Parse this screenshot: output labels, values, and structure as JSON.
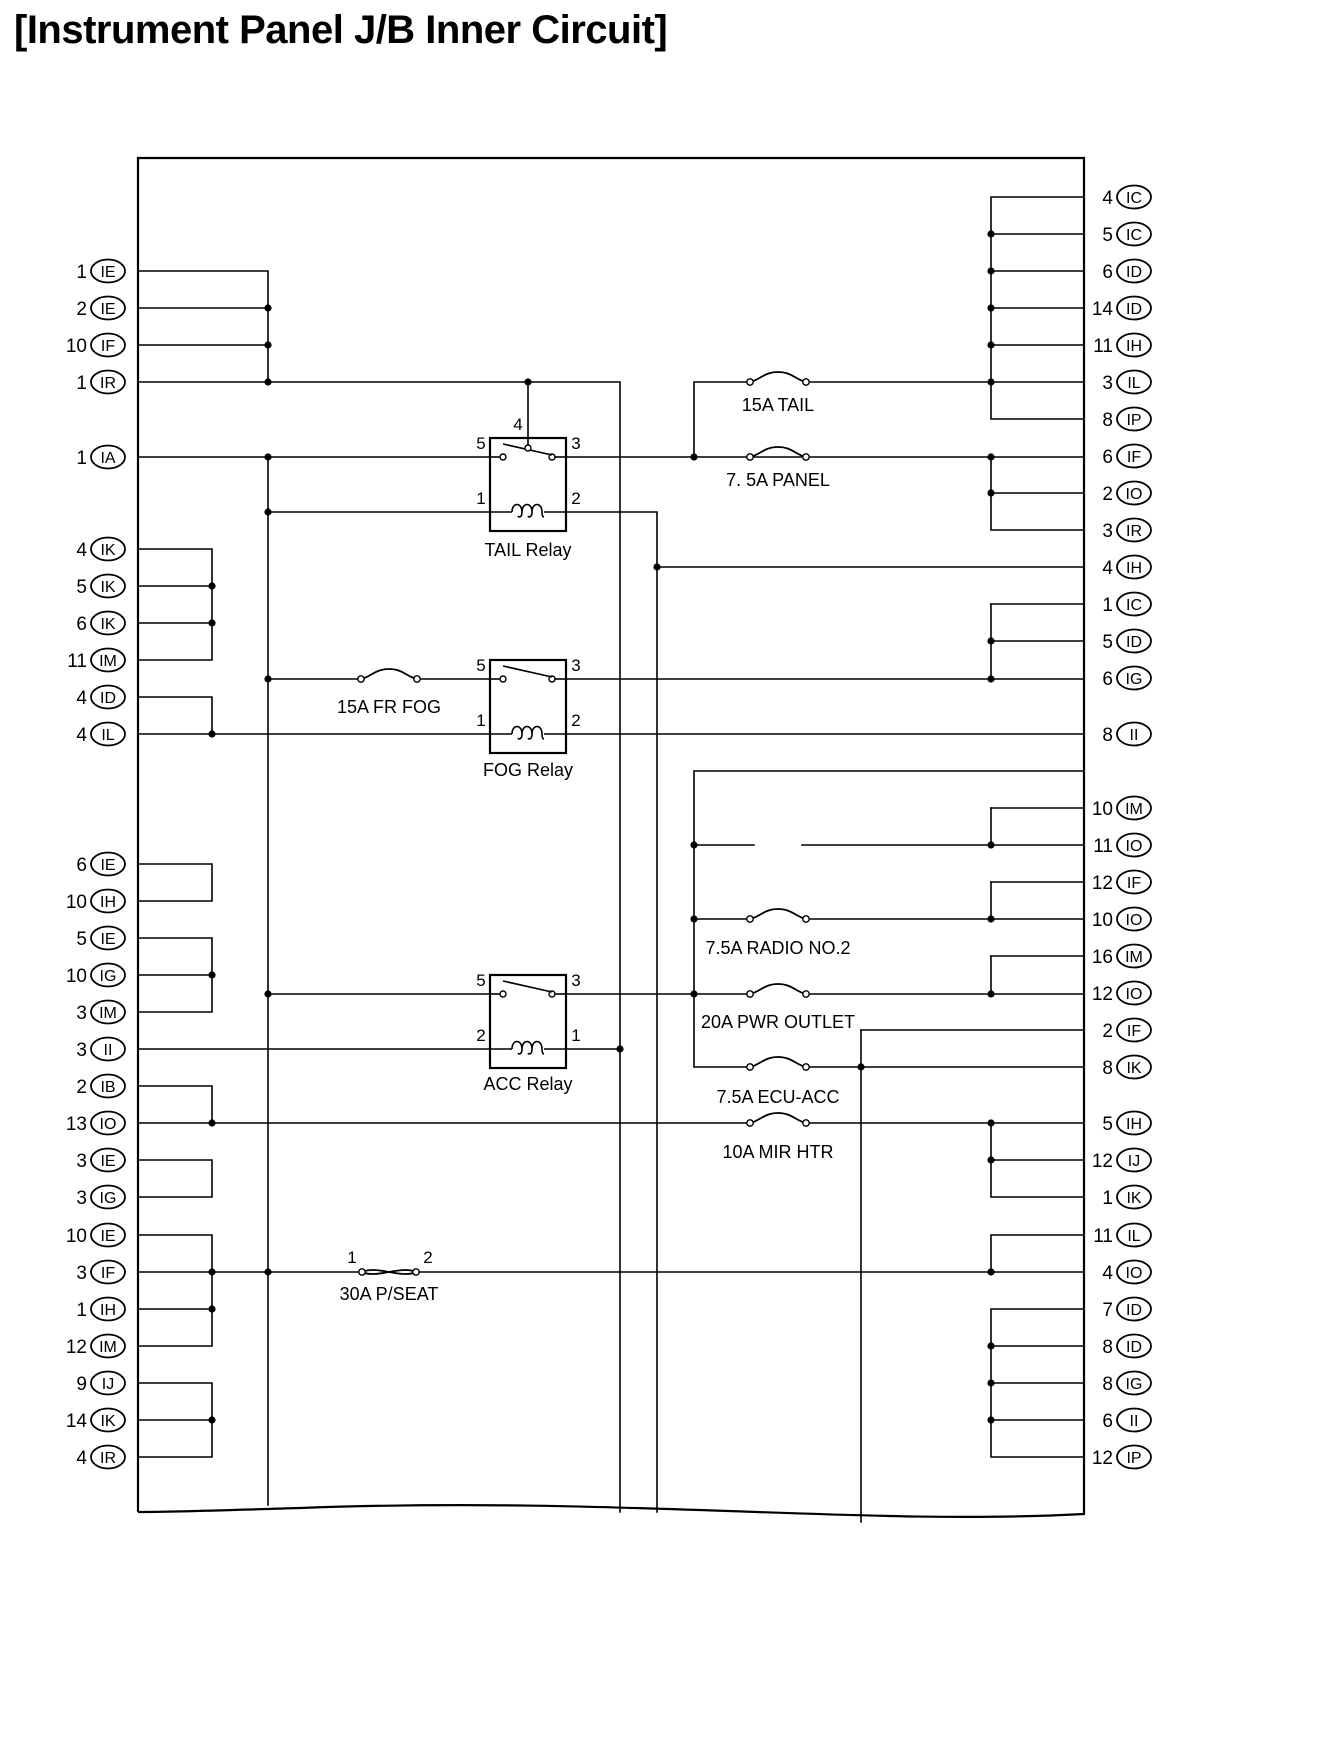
{
  "title": "[Instrument Panel J/B Inner Circuit]",
  "left_connectors": [
    {
      "pin": "1",
      "code": "IE"
    },
    {
      "pin": "2",
      "code": "IE"
    },
    {
      "pin": "10",
      "code": "IF"
    },
    {
      "pin": "1",
      "code": "IR"
    },
    {
      "pin": "1",
      "code": "IA"
    },
    {
      "pin": "4",
      "code": "IK"
    },
    {
      "pin": "5",
      "code": "IK"
    },
    {
      "pin": "6",
      "code": "IK"
    },
    {
      "pin": "11",
      "code": "IM"
    },
    {
      "pin": "4",
      "code": "ID"
    },
    {
      "pin": "4",
      "code": "IL"
    },
    {
      "pin": "6",
      "code": "IE"
    },
    {
      "pin": "10",
      "code": "IH"
    },
    {
      "pin": "5",
      "code": "IE"
    },
    {
      "pin": "10",
      "code": "IG"
    },
    {
      "pin": "3",
      "code": "IM"
    },
    {
      "pin": "3",
      "code": "II"
    },
    {
      "pin": "2",
      "code": "IB"
    },
    {
      "pin": "13",
      "code": "IO"
    },
    {
      "pin": "3",
      "code": "IE"
    },
    {
      "pin": "3",
      "code": "IG"
    },
    {
      "pin": "10",
      "code": "IE"
    },
    {
      "pin": "3",
      "code": "IF"
    },
    {
      "pin": "1",
      "code": "IH"
    },
    {
      "pin": "12",
      "code": "IM"
    },
    {
      "pin": "9",
      "code": "IJ"
    },
    {
      "pin": "14",
      "code": "IK"
    },
    {
      "pin": "4",
      "code": "IR"
    }
  ],
  "right_connectors": [
    {
      "pin": "4",
      "code": "IC"
    },
    {
      "pin": "5",
      "code": "IC"
    },
    {
      "pin": "6",
      "code": "ID"
    },
    {
      "pin": "14",
      "code": "ID"
    },
    {
      "pin": "11",
      "code": "IH"
    },
    {
      "pin": "3",
      "code": "IL"
    },
    {
      "pin": "8",
      "code": "IP"
    },
    {
      "pin": "6",
      "code": "IF"
    },
    {
      "pin": "2",
      "code": "IO"
    },
    {
      "pin": "3",
      "code": "IR"
    },
    {
      "pin": "4",
      "code": "IH"
    },
    {
      "pin": "1",
      "code": "IC"
    },
    {
      "pin": "5",
      "code": "ID"
    },
    {
      "pin": "6",
      "code": "IG"
    },
    {
      "pin": "8",
      "code": "II"
    },
    {
      "pin": "10",
      "code": "IM"
    },
    {
      "pin": "11",
      "code": "IO"
    },
    {
      "pin": "12",
      "code": "IF"
    },
    {
      "pin": "10",
      "code": "IO"
    },
    {
      "pin": "16",
      "code": "IM"
    },
    {
      "pin": "12",
      "code": "IO"
    },
    {
      "pin": "2",
      "code": "IF"
    },
    {
      "pin": "8",
      "code": "IK"
    },
    {
      "pin": "5",
      "code": "IH"
    },
    {
      "pin": "12",
      "code": "IJ"
    },
    {
      "pin": "1",
      "code": "IK"
    },
    {
      "pin": "11",
      "code": "IL"
    },
    {
      "pin": "4",
      "code": "IO"
    },
    {
      "pin": "7",
      "code": "ID"
    },
    {
      "pin": "8",
      "code": "ID"
    },
    {
      "pin": "8",
      "code": "IG"
    },
    {
      "pin": "6",
      "code": "II"
    },
    {
      "pin": "12",
      "code": "IP"
    }
  ],
  "fuses": [
    {
      "label": "15A TAIL"
    },
    {
      "label": "7. 5A PANEL"
    },
    {
      "label": "15A FR FOG"
    },
    {
      "label": "7.5A RADIO NO.2"
    },
    {
      "label": "20A PWR OUTLET"
    },
    {
      "label": "7.5A ECU-ACC"
    },
    {
      "label": "10A MIR HTR"
    }
  ],
  "fusible_link": {
    "label": "30A P/SEAT",
    "pin_a": "1",
    "pin_b": "2"
  },
  "relays": [
    {
      "label": "TAIL Relay",
      "pins": [
        "4",
        "5",
        "3",
        "1",
        "2"
      ]
    },
    {
      "label": "FOG Relay",
      "pins": [
        "5",
        "3",
        "1",
        "2"
      ]
    },
    {
      "label": "ACC Relay",
      "pins": [
        "5",
        "3",
        "2",
        "1"
      ]
    }
  ]
}
